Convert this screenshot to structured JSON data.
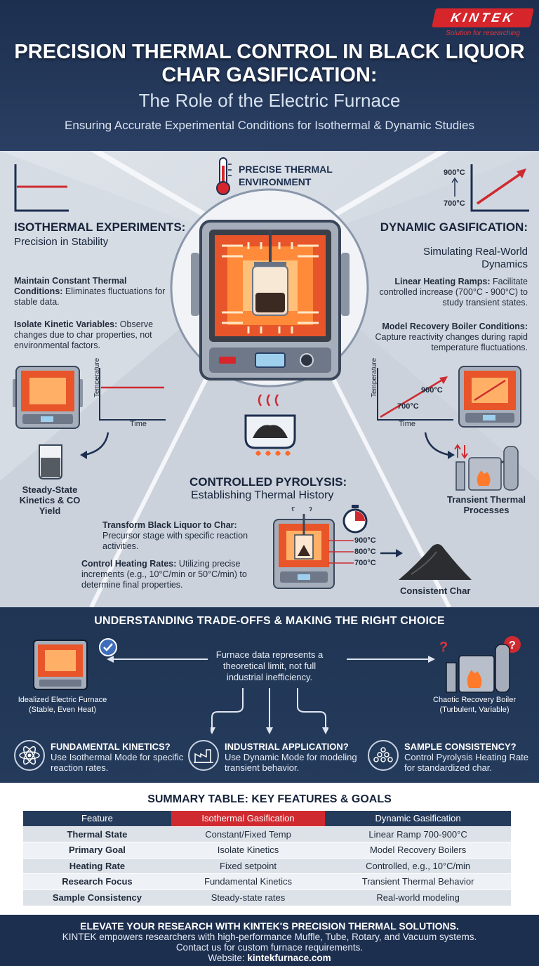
{
  "brand": {
    "logo_text": "KINTEK",
    "tagline": "Solution for researching"
  },
  "header": {
    "title": "PRECISION THERMAL CONTROL IN BLACK LIQUOR CHAR GASIFICATION:",
    "subtitle": "The Role of the Electric Furnace",
    "tagline": "Ensuring Accurate Experimental Conditions for Isothermal & Dynamic Studies"
  },
  "center": {
    "label": "PRECISE THERMAL ENVIRONMENT"
  },
  "isothermal": {
    "heading": "ISOTHERMAL EXPERIMENTS:",
    "subheading": "Precision in Stability",
    "points": [
      {
        "title": "Maintain Constant Thermal Conditions:",
        "text": "Eliminates fluctuations for stable data."
      },
      {
        "title": "Isolate Kinetic Variables:",
        "text": "Observe changes due to char properties, not environmental factors."
      }
    ],
    "axis_y": "Temperature",
    "axis_x": "Time",
    "result": "Steady-State Kinetics & CO Yield"
  },
  "dynamic": {
    "heading": "DYNAMIC GASIFICATION:",
    "subheading": "Simulating Real-World Dynamics",
    "top_label_high": "900°C",
    "top_label_low": "700°C",
    "points": [
      {
        "title": "Linear Heating Ramps:",
        "text": "Facilitate controlled increase (700°C - 900°C) to study transient states."
      },
      {
        "title": "Model Recovery Boiler Conditions:",
        "text": "Capture reactivity changes during rapid temperature fluctuations."
      }
    ],
    "axis_y": "Temperature",
    "axis_x": "Time",
    "graph_high": "900°C",
    "graph_low": "700°C",
    "result": "Transient Thermal Processes"
  },
  "pyrolysis": {
    "heading": "CONTROLLED PYROLYSIS:",
    "subheading": "Establishing Thermal History",
    "points": [
      {
        "title": "Transform Black Liquor to Char:",
        "text": "Precursor stage with specific reaction activities."
      },
      {
        "title": "Control Heating Rates:",
        "text": "Utilizing precise increments (e.g., 10°C/min or 50°C/min) to determine final properties."
      }
    ],
    "temps": [
      "900°C",
      "800°C",
      "700°C"
    ],
    "result": "Consistent Char"
  },
  "tradeoffs": {
    "title": "UNDERSTANDING TRADE-OFFS & MAKING THE RIGHT CHOICE",
    "center_text": "Furnace data represents a theoretical limit, not full industrial inefficiency.",
    "left_label": "Idealized Electric Furnace",
    "left_sub": "(Stable, Even Heat)",
    "right_label": "Chaotic Recovery Boiler",
    "right_sub": "(Turbulent, Variable)",
    "questions": [
      {
        "title": "FUNDAMENTAL KINETICS?",
        "text": "Use Isothermal Mode for specific reaction rates.",
        "icon": "atom-icon"
      },
      {
        "title": "INDUSTRIAL APPLICATION?",
        "text": "Use Dynamic Mode for modeling transient behavior.",
        "icon": "factory-icon"
      },
      {
        "title": "SAMPLE CONSISTENCY?",
        "text": "Control Pyrolysis Heating Rate for standardized char.",
        "icon": "pile-icon"
      }
    ]
  },
  "summary": {
    "title": "SUMMARY TABLE: KEY FEATURES & GOALS",
    "headers": [
      "Feature",
      "Isothermal Gasification",
      "Dynamic Gasification"
    ],
    "rows": [
      [
        "Thermal State",
        "Constant/Fixed Temp",
        "Linear Ramp 700-900°C"
      ],
      [
        "Primary Goal",
        "Isolate Kinetics",
        "Model Recovery Boilers"
      ],
      [
        "Heating Rate",
        "Fixed setpoint",
        "Controlled, e.g., 10°C/min"
      ],
      [
        "Research Focus",
        "Fundamental Kinetics",
        "Transient Thermal Behavior"
      ],
      [
        "Sample Consistency",
        "Steady-state rates",
        "Real-world modeling"
      ]
    ]
  },
  "footer": {
    "headline": "ELEVATE YOUR RESEARCH WITH KINTEK'S PRECISION THERMAL SOLUTIONS.",
    "line1": "KINTEK empowers researchers with high-performance Muffle, Tube, Rotary, and Vacuum systems.",
    "line2": "Contact us for custom furnace requirements.",
    "website_label": "Website:",
    "website": "kintekfurnace.com"
  },
  "colors": {
    "navy": "#1d2f4f",
    "red": "#cf2a30",
    "glow": "#ff6a2a"
  }
}
